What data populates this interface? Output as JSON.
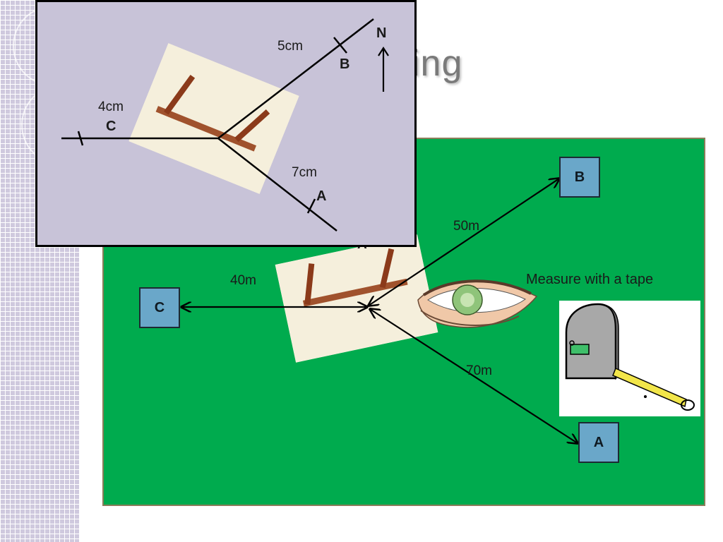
{
  "slide": {
    "title_fragment": "ing"
  },
  "field": {
    "stations": {
      "a": "A",
      "b": "B",
      "c": "C"
    },
    "distances": {
      "ab_dist": "50m",
      "c_dist": "40m",
      "a_dist": "70m"
    },
    "partial_label": "A",
    "measure_label": "Measure with a tape",
    "icons": [
      "eye-icon",
      "tape-measure-icon",
      "plane-table-board"
    ]
  },
  "inset": {
    "north": "N",
    "points": {
      "a": "A",
      "b": "B",
      "c": "C"
    },
    "lengths": {
      "b": "5cm",
      "c": "4cm",
      "a": "7cm"
    }
  },
  "colors": {
    "field_green": "#00ab4e",
    "station_blue": "#6aa7c9",
    "inset_bg": "#c8c3d8",
    "strip_lilac": "#cfc9de"
  }
}
